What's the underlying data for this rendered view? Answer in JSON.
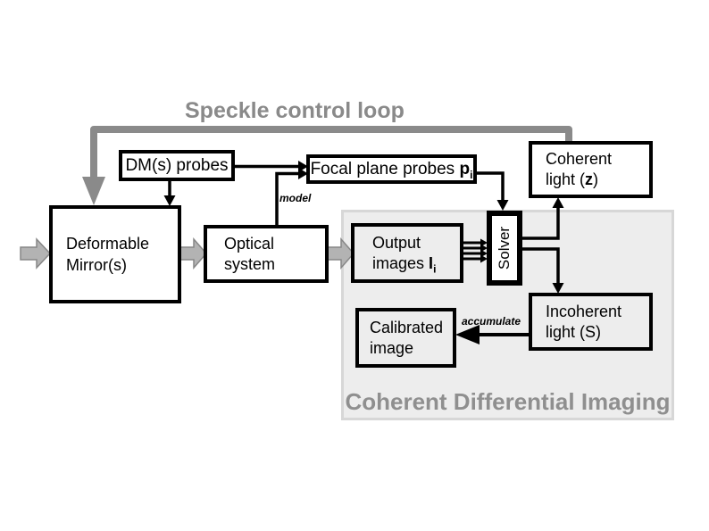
{
  "diagram": {
    "title": "Speckle control loop",
    "region_title": "Coherent Differential Imaging"
  },
  "boxes": {
    "dm_probes": {
      "label": "DM(s) probes"
    },
    "focal_probes": {
      "text": "Focal plane probes",
      "var": "p",
      "sub": "i"
    },
    "coherent": {
      "line1": "Coherent",
      "line2_pre": "light (",
      "var": "z",
      "line2_post": ")"
    },
    "deformable": {
      "line1": "Deformable",
      "line2": "Mirror(s)"
    },
    "optical": {
      "line1": "Optical",
      "line2": "system"
    },
    "output": {
      "line1": "Output",
      "line2_pre": "images",
      "var": "I",
      "sub": "i"
    },
    "solver": {
      "label": "Solver"
    },
    "incoherent": {
      "line1": "Incoherent",
      "line2": "light (S)"
    },
    "calibrated": {
      "line1": "Calibrated",
      "line2": "image"
    }
  },
  "edge_labels": {
    "model": "model",
    "accumulate": "accumulate"
  },
  "colors": {
    "loop_gray": "#8a8a8a",
    "beam_gray": "#b3b3b3",
    "region_fill": "#ededed",
    "region_border": "#d7d7d7",
    "box_border": "#000000"
  }
}
